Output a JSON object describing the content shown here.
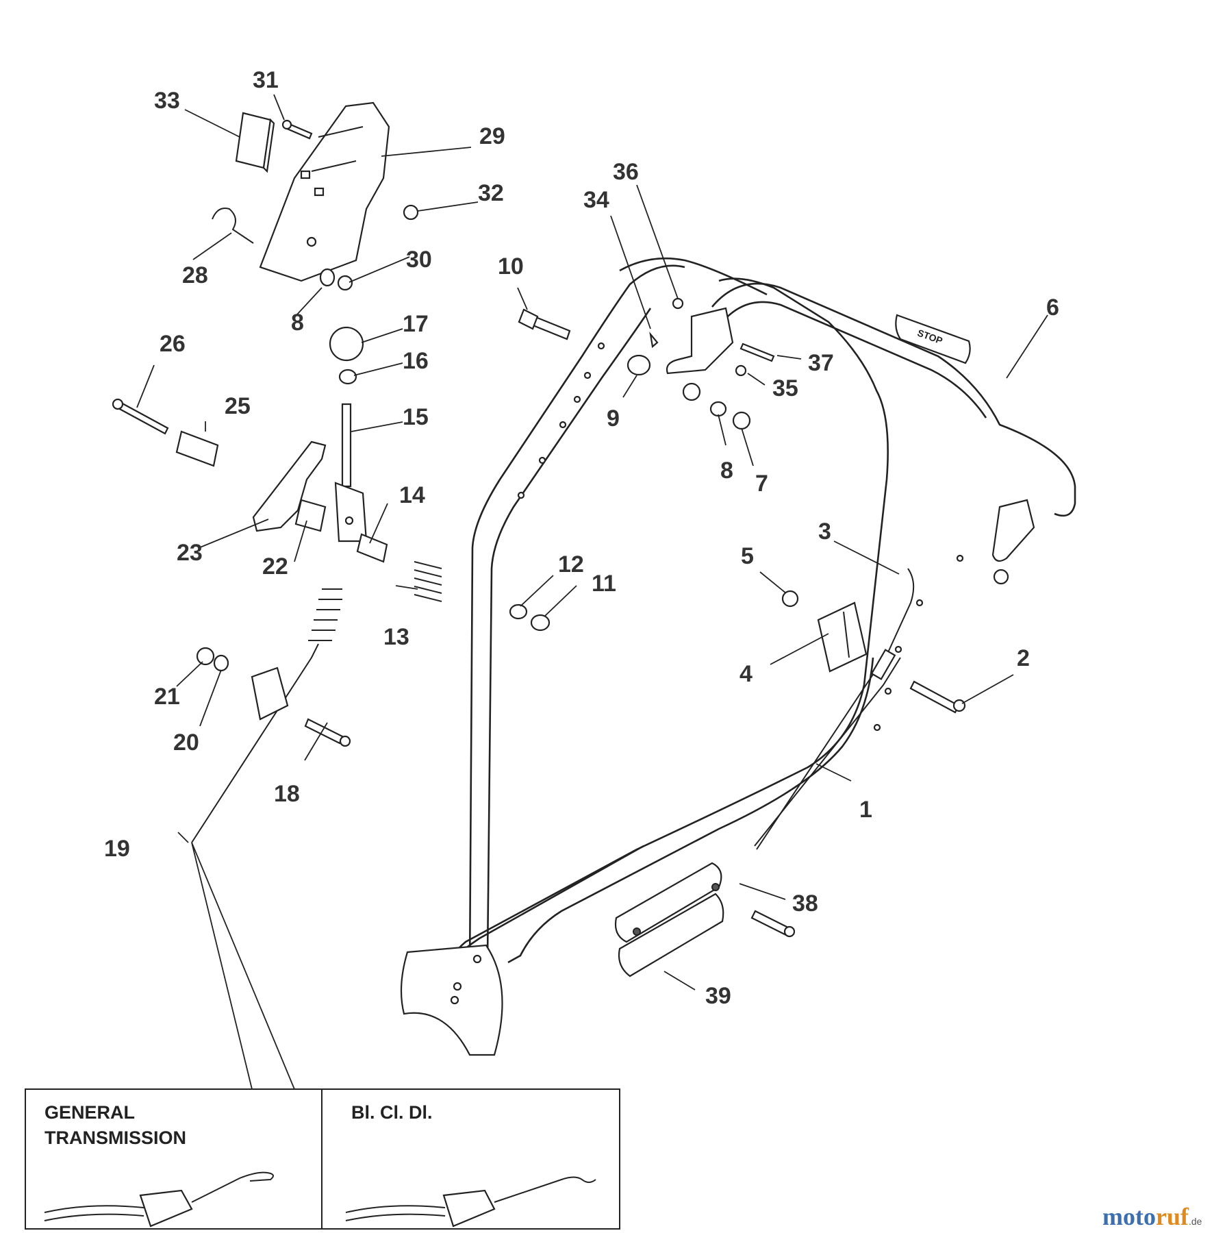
{
  "callouts": {
    "c1": "1",
    "c2": "2",
    "c3": "3",
    "c4": "4",
    "c5": "5",
    "c6": "6",
    "c7": "7",
    "c8a": "8",
    "c8b": "8",
    "c9": "9",
    "c10": "10",
    "c11": "11",
    "c12": "12",
    "c13": "13",
    "c14": "14",
    "c15": "15",
    "c16": "16",
    "c17": "17",
    "c18": "18",
    "c19": "19",
    "c20": "20",
    "c21": "21",
    "c22": "22",
    "c23": "23",
    "c25": "25",
    "c26": "26",
    "c28": "28",
    "c29": "29",
    "c30": "30",
    "c31": "31",
    "c32": "32",
    "c33": "33",
    "c34": "34",
    "c35": "35",
    "c36": "36",
    "c37": "37",
    "c38": "38",
    "c39": "39"
  },
  "handle_grip_text": "STOP",
  "inset": {
    "left_line1": "GENERAL",
    "left_line2": "TRANSMISSION",
    "right_label": "Bl. Cl. Dl."
  },
  "watermark": {
    "part1": "moto",
    "part2": "ruf",
    "suffix": ".de"
  }
}
